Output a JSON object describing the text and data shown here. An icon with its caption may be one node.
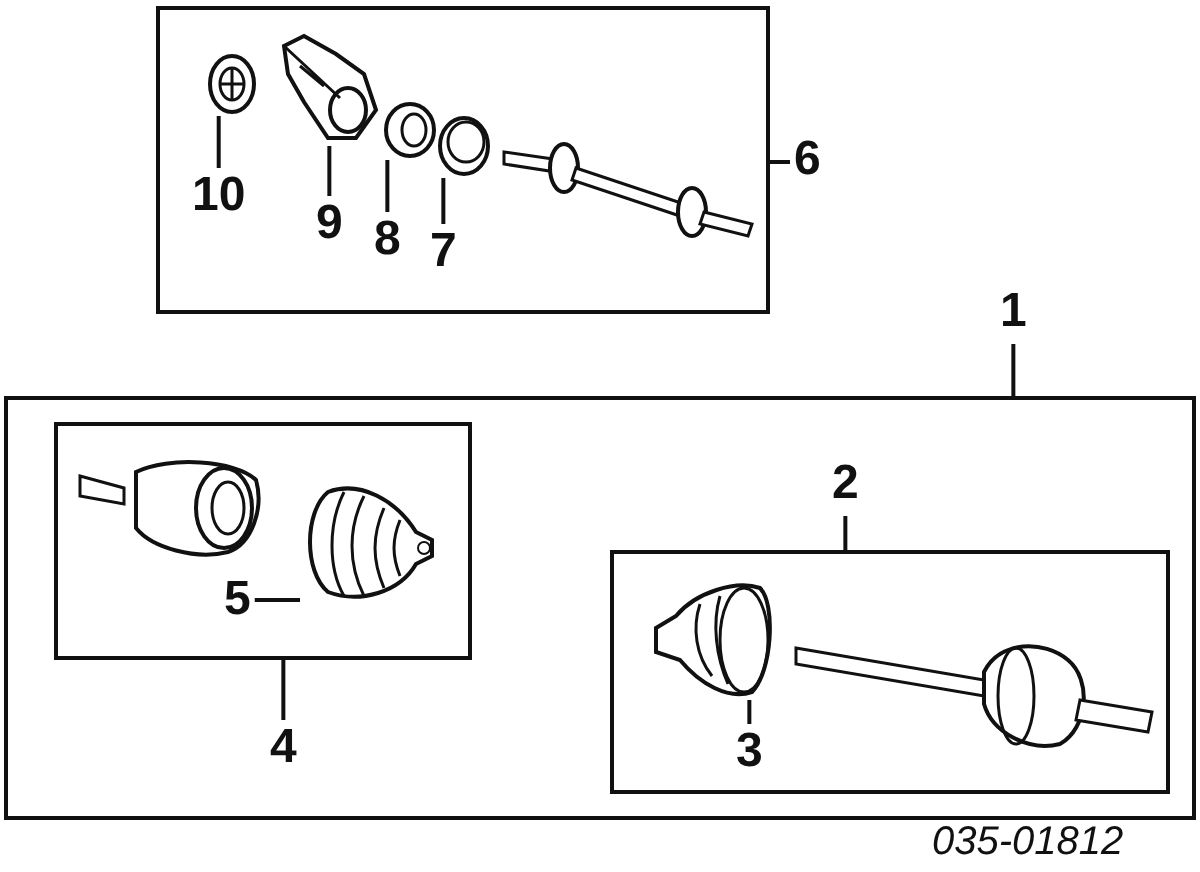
{
  "diagram": {
    "nodes": [
      {
        "text": [],
        "shape": "box"
      },
      {
        "text": [
          "10"
        ],
        "in": 0
      },
      {
        "text": [],
        "shape": "picture",
        "in": 0
      },
      {
        "text": [
          "9"
        ],
        "in": 0
      },
      {
        "text": [],
        "shape": "picture",
        "in": 0
      },
      {
        "text": [
          "8"
        ],
        "in": 0
      },
      {
        "text": [],
        "shape": "picture",
        "in": 0
      },
      {
        "text": [
          "7"
        ],
        "in": 0
      },
      {
        "text": [],
        "shape": "picture",
        "in": 0
      },
      {
        "text": [
          "6"
        ]
      },
      {
        "text": [
          "1"
        ]
      },
      {
        "text": [],
        "shape": "box"
      },
      {
        "text": [],
        "shape": "box",
        "in": 11
      },
      {
        "text": [
          "5"
        ],
        "in": 12
      },
      {
        "text": [],
        "shape": "picture",
        "in": 12
      },
      {
        "text": [
          "4"
        ],
        "in": 11
      },
      {
        "text": [],
        "shape": "box",
        "in": 11
      },
      {
        "text": [
          "2"
        ],
        "in": 11
      },
      {
        "text": [
          "3"
        ],
        "in": 16
      },
      {
        "text": [],
        "shape": "picture",
        "in": 16
      }
    ],
    "edges": [
      {
        "from": 1,
        "to": 2,
        "arrow": "none"
      },
      {
        "from": 3,
        "to": 4,
        "arrow": "none"
      },
      {
        "from": 5,
        "to": 6,
        "arrow": "none"
      },
      {
        "from": 7,
        "to": 8,
        "arrow": "none"
      },
      {
        "from": 9,
        "to": 0,
        "arrow": "none"
      },
      {
        "from": 10,
        "to": 11,
        "arrow": "none"
      },
      {
        "from": 13,
        "to": 14,
        "arrow": "none"
      },
      {
        "from": 15,
        "to": 12,
        "arrow": "none"
      },
      {
        "from": 17,
        "to": 16,
        "arrow": "none"
      },
      {
        "from": 18,
        "to": 19,
        "arrow": "none"
      }
    ],
    "labels": [
      "035-01812"
    ]
  }
}
